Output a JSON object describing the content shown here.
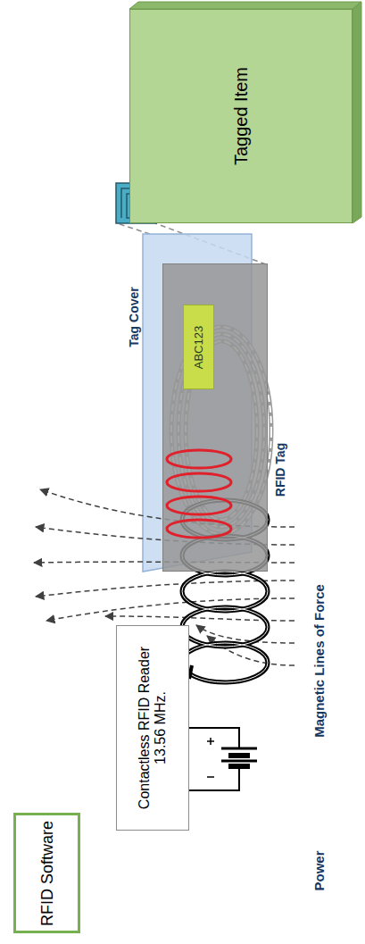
{
  "diagram": {
    "nodes": [
      {
        "text": [
          "RFID Software"
        ]
      },
      {
        "text": [
          "Contactless RFID Reader 13.56 MHz."
        ]
      },
      {
        "text": [
          "RFID Tag"
        ]
      },
      {
        "text": [
          "ABC123"
        ],
        "in": 2
      },
      {
        "text": [
          "Tagged Item"
        ]
      }
    ],
    "labels": [
      "Tag Cover",
      "Magnetic Lines of Force",
      "Power"
    ]
  }
}
